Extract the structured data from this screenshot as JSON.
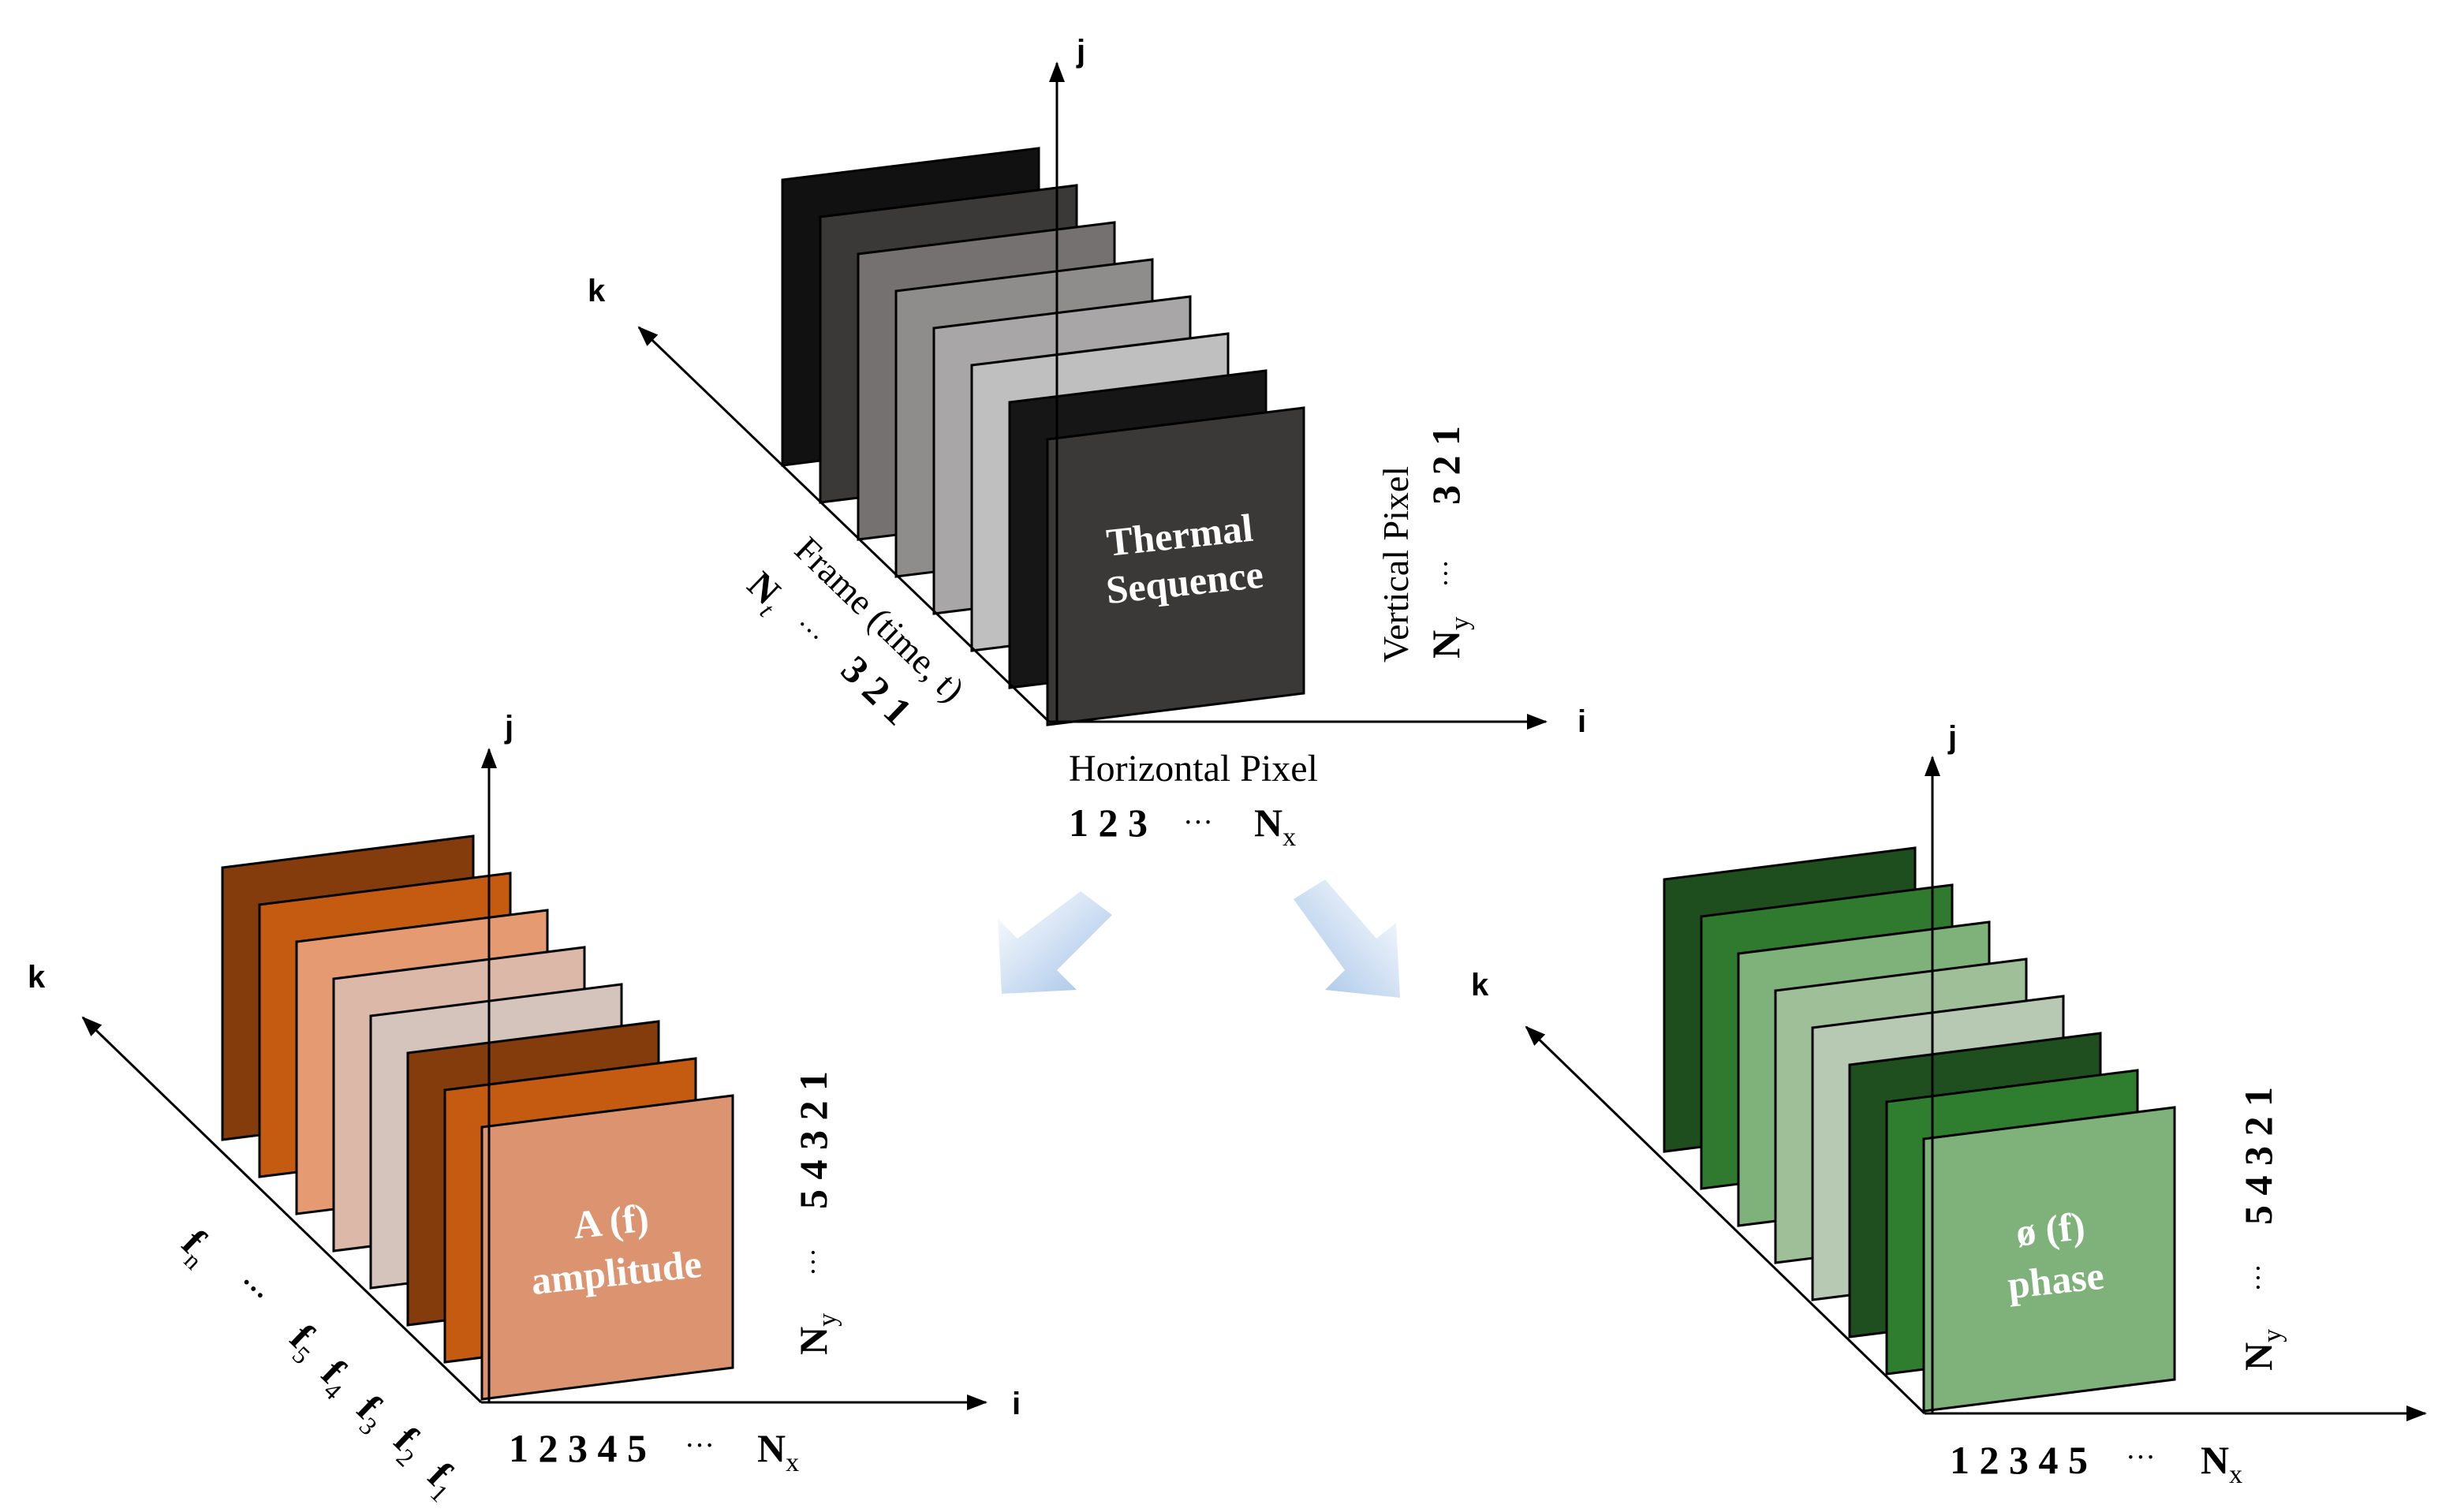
{
  "top_stack": {
    "axis_j": "j",
    "axis_k": "k",
    "axis_i": "i",
    "label_line1": "Thermal",
    "label_line2": "Sequence",
    "frame_label": "Frame (time, t)",
    "frame_n": "N",
    "frame_n_sub": "t",
    "frame_dots": "···",
    "frame_nums": "3 2 1",
    "vertical_label": "Vertical Pixel",
    "vertical_nums": "3 2 1",
    "vertical_dots": "···",
    "vertical_n": "N",
    "vertical_n_sub": "y",
    "horizontal_label": "Horizontal Pixel",
    "horizontal_nums": "1 2 3",
    "horizontal_dots": "···",
    "horizontal_n": "N",
    "horizontal_n_sub": "x",
    "colors": [
      "#111111",
      "#3b3838",
      "#767171",
      "#8f8c8c",
      "#a8a6a6",
      "#c0bfbf",
      "#161616",
      "#3b3838"
    ]
  },
  "amplitude_stack": {
    "axis_j": "j",
    "axis_k": "k",
    "axis_i": "i",
    "label_line1": "A (f)",
    "label_line2": "amplitude",
    "freq_labels": [
      {
        "base": "f",
        "sub": "n"
      },
      {
        "base": "···",
        "sub": ""
      },
      {
        "base": "f",
        "sub": "5"
      },
      {
        "base": "f",
        "sub": "4"
      },
      {
        "base": "f",
        "sub": "3"
      },
      {
        "base": "f",
        "sub": "2"
      },
      {
        "base": "f",
        "sub": "1"
      }
    ],
    "vertical_nums": "5 4 3 2 1",
    "vertical_dots": "···",
    "vertical_n": "N",
    "vertical_n_sub": "y",
    "horizontal_nums": "1 2 3 4 5",
    "horizontal_dots": "···",
    "horizontal_n": "N",
    "horizontal_n_sub": "x",
    "colors": [
      "#843c0c",
      "#c55a11",
      "#e59a72",
      "#dcb8a8",
      "#d5c4bc",
      "#843c0c",
      "#c55a11",
      "#dc9470"
    ]
  },
  "phase_stack": {
    "axis_j": "j",
    "axis_k": "k",
    "label_line1": "ø (f)",
    "label_line2": "phase",
    "vertical_nums": "5 4 3 2 1",
    "vertical_dots": "···",
    "vertical_n": "N",
    "vertical_n_sub": "y",
    "horizontal_nums": "1 2 3 4 5",
    "horizontal_dots": "···",
    "horizontal_n": "N",
    "horizontal_n_sub": "x",
    "colors": [
      "#1e4d1e",
      "#2f7a2f",
      "#7fb27a",
      "#9ebf98",
      "#b7c9b3",
      "#1f4f1f",
      "#2f7d2f",
      "#7fb27a"
    ]
  },
  "arrow_color": "#9dc3e6"
}
